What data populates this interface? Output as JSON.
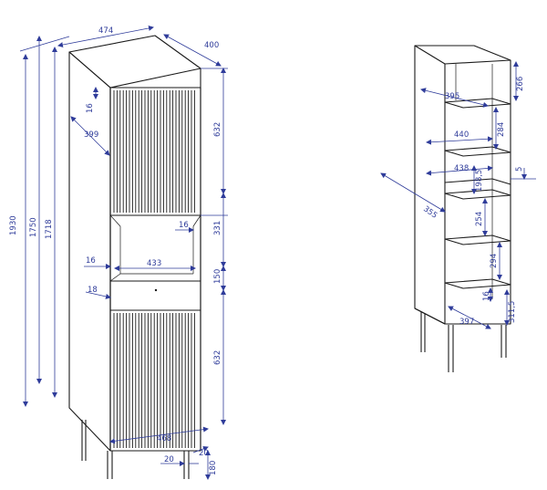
{
  "colors": {
    "line": "#1a1a1a",
    "dimension": "#2f3c9a",
    "background": "#ffffff"
  },
  "front_view": {
    "total_height": "1930",
    "body_height_1750": "1750",
    "body_height_1718": "1718",
    "top_width": "474",
    "top_depth": "400",
    "top_offset": "16",
    "side_depth": "399",
    "upper_door_height": "632",
    "open_niche_height": "331",
    "niche_side_16": "16",
    "niche_inner_width": "433",
    "niche_left_16": "16",
    "drawer_height": "150",
    "drawer_left_18": "18",
    "lower_door_height": "632",
    "base_width": "468",
    "leg_width_20": "20",
    "leg_offset_20": "20",
    "leg_height": "180"
  },
  "shelf_view": {
    "top_compartment": "266",
    "top_depth": "395",
    "shelf1_width": "440",
    "shelf1_height": "284",
    "mid_width": "438",
    "mid_gap_5": "5",
    "drawer_depth_198": "198,5",
    "side_depth": "355",
    "comp_254": "254",
    "comp_294": "294",
    "bottom_16": "16",
    "bottom_311": "311,5",
    "bottom_depth": "397"
  }
}
